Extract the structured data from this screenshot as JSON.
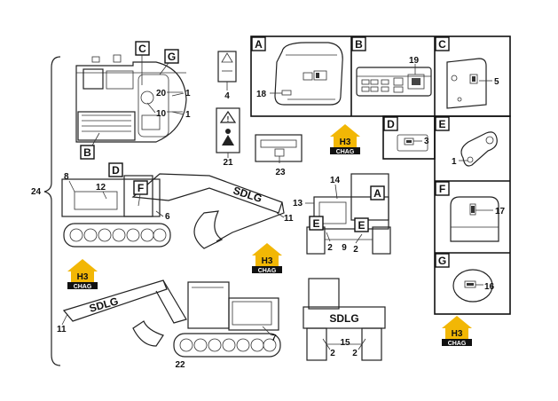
{
  "callout_numbers": [
    "1",
    "1",
    "1",
    "2",
    "2",
    "2",
    "2",
    "3",
    "4",
    "5",
    "6",
    "7",
    "8",
    "9",
    "10",
    "11",
    "11",
    "12",
    "13",
    "14",
    "15",
    "16",
    "17",
    "18",
    "19",
    "20",
    "21",
    "22",
    "23",
    "24"
  ],
  "detail_letters": [
    "A",
    "B",
    "C",
    "D",
    "E",
    "F",
    "G"
  ],
  "panel_letters": [
    "A",
    "B",
    "C",
    "D",
    "E",
    "F",
    "G"
  ],
  "machine_text": "SDLG",
  "logo": {
    "mark": "H3",
    "text": "CHAG",
    "color_yellow": "#f2b705",
    "color_black": "#111111"
  },
  "colors": {
    "line": "#222222",
    "fill": "#ffffff"
  }
}
